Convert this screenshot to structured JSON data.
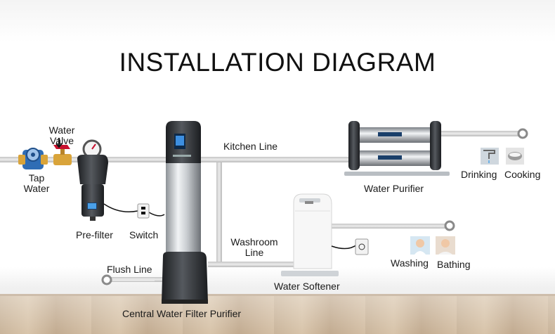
{
  "title": "INSTALLATION DIAGRAM",
  "labels": {
    "water_valve": [
      "Water",
      "Valve"
    ],
    "tap_water": [
      "Tap",
      "Water"
    ],
    "pre_filter": "Pre-filter",
    "switch": "Switch",
    "kitchen_line": "Kitchen Line",
    "washroom_line": [
      "Washroom",
      "Line"
    ],
    "flush_line": "Flush Line",
    "central_filter": "Central Water Filter Purifier",
    "water_purifier": "Water Purifier",
    "water_softener": "Water Softener",
    "drinking": "Drinking",
    "cooking": "Cooking",
    "washing": "Washing",
    "bathing": "Bathing"
  },
  "colors": {
    "pipe": "#d9d9d9",
    "pipe_edge": "#b5b5b5",
    "device_dark": "#2b2d30",
    "steel": "#c8ccd0",
    "brass": "#d9a43a",
    "meter_blue": "#2f6db5",
    "floor": "#cdb79d"
  },
  "icons": [
    "water-meter-icon",
    "valve-icon",
    "pressure-gauge-icon",
    "power-outlet-icon",
    "faucet-drinking-icon",
    "pot-cooking-icon",
    "washing-person-icon",
    "bathing-person-icon"
  ]
}
